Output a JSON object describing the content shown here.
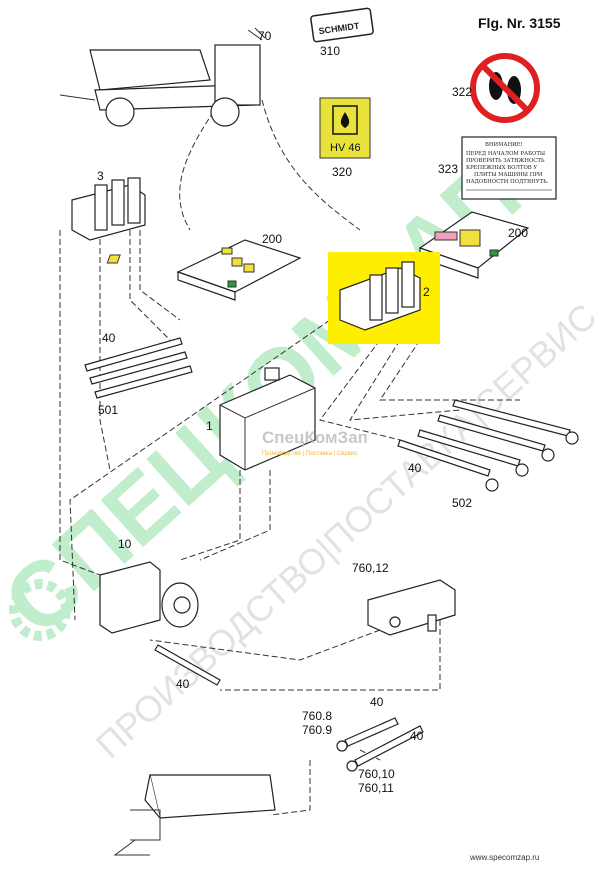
{
  "figure_title": "Flg. Nr. 3155",
  "labels": {
    "truck": "70",
    "logo_plate": "310",
    "no_step_sign": "322",
    "oil_sign": "320",
    "oil_sign_text": "HV 46",
    "warning_sign": "323",
    "valve_left": "3",
    "control_left": "200",
    "control_right": "200",
    "valve_right": "2",
    "hoses_left_qty": "40",
    "hoses_left": "501",
    "tank": "1",
    "hoses_right_qty": "40",
    "hoses_right": "502",
    "pump": "10",
    "valve_block": "760,12",
    "hose_pump": "40",
    "fitting_a1": "760.8",
    "fitting_a2": "760.9",
    "hose_b": "40",
    "hose_c": "40",
    "fitting_b1": "760,10",
    "fitting_b2": "760,11"
  },
  "warning_sign_text": {
    "title": "ВНИМАНИЕ!",
    "lines": [
      "ПЕРЕД НАЧАЛОМ РАБОТЫ",
      "ПРОВЕРИТЬ ЗАТЯЖНОСТЬ",
      "КРЕПЕЖНЫХ БОЛТОВ У",
      "ПЛИТЫ МАШИНЫ ПРИ",
      "НАДОБНОСТИ ПОДТЯНУТЬ."
    ]
  },
  "logo_plate_text": "SCHMIDT",
  "watermark": {
    "big": "СПЕЦКОМЗАП",
    "big_sub": "ПРОИЗВОДСТВО|ПОСТАВКА|СЕРВИС",
    "small": "СпецКомЗап",
    "small_sub": "Производство | Поставка | Сервис"
  },
  "footer_url": "www.specomzap.ru",
  "colors": {
    "highlight": "#ffee00",
    "sign_yellow": "#e8e23a",
    "watermark_green": "#22c04a",
    "watermark_orange": "#f5b820",
    "no_sign_red": "#e02020",
    "panel_key_yellow": "#f0e040",
    "panel_key_green": "#2a9a40",
    "panel_key_pink": "#f0a0c0"
  }
}
